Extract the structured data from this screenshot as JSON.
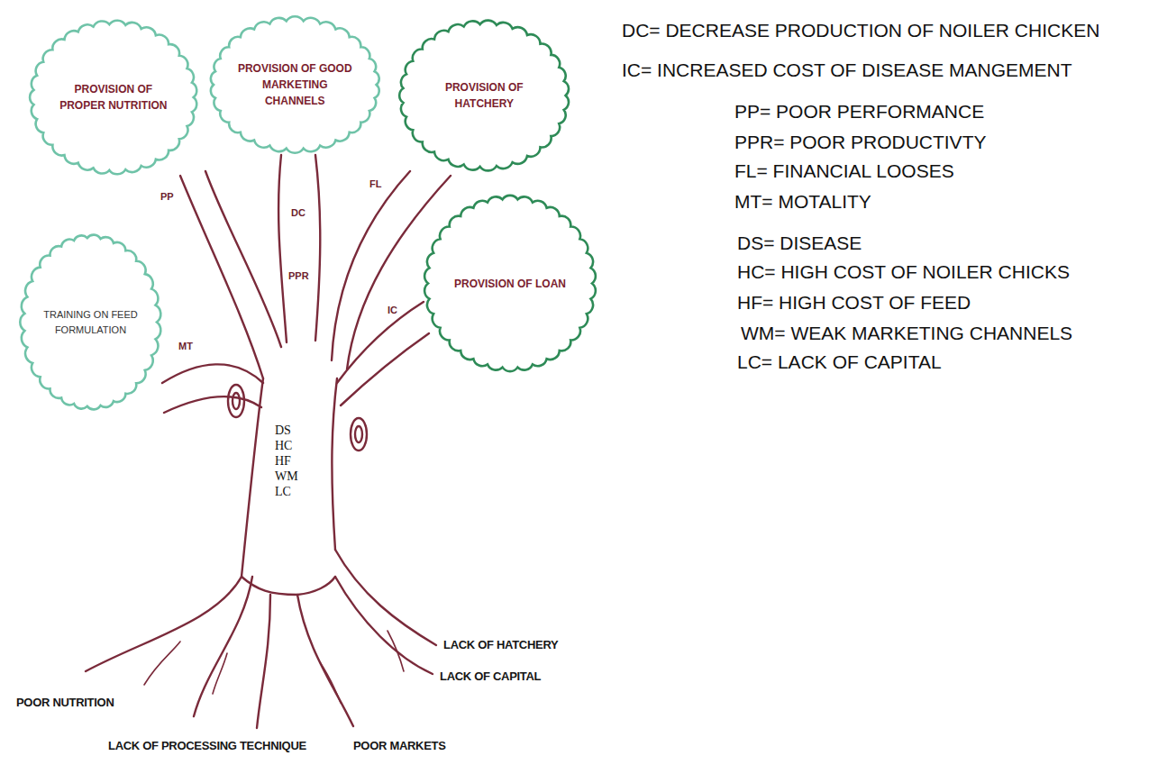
{
  "diagram": {
    "nodes": [
      {
        "text": [
          "PROVISION OF PROPER NUTRITION"
        ]
      },
      {
        "text": [
          "PROVISION OF GOOD MARKETING CHANNELS"
        ]
      },
      {
        "text": [
          "PROVISION OF HATCHERY"
        ]
      },
      {
        "text": [
          "TRAINING ON FEED FORMULATION"
        ]
      },
      {
        "text": [
          "PROVISION OF LOAN"
        ]
      }
    ],
    "labels": [
      "PP",
      "DC",
      "FL",
      "PPR",
      "MT",
      "IC",
      "DS",
      "HC",
      "HF",
      "WM",
      "LC",
      "POOR NUTRITION",
      "LACK OF PROCESSING TECHNIQUE",
      "POOR MARKETS",
      "LACK OF HATCHERY",
      "LACK OF CAPITAL",
      "DC= DECREASE PRODUCTION OF NOILER CHICKEN",
      "IC= INCREASED COST OF DISEASE MANGEMENT",
      "PP= POOR PERFORMANCE",
      "PPR= POOR PRODUCTIVTY",
      "FL= FINANCIAL LOOSES",
      "MT= MOTALITY",
      "DS= DISEASE",
      "HC= HIGH COST OF NOILER CHICKS",
      "HF= HIGH COST OF FEED",
      "WM= WEAK MARKETING CHANNELS",
      "LC= LACK OF CAPITAL"
    ]
  }
}
